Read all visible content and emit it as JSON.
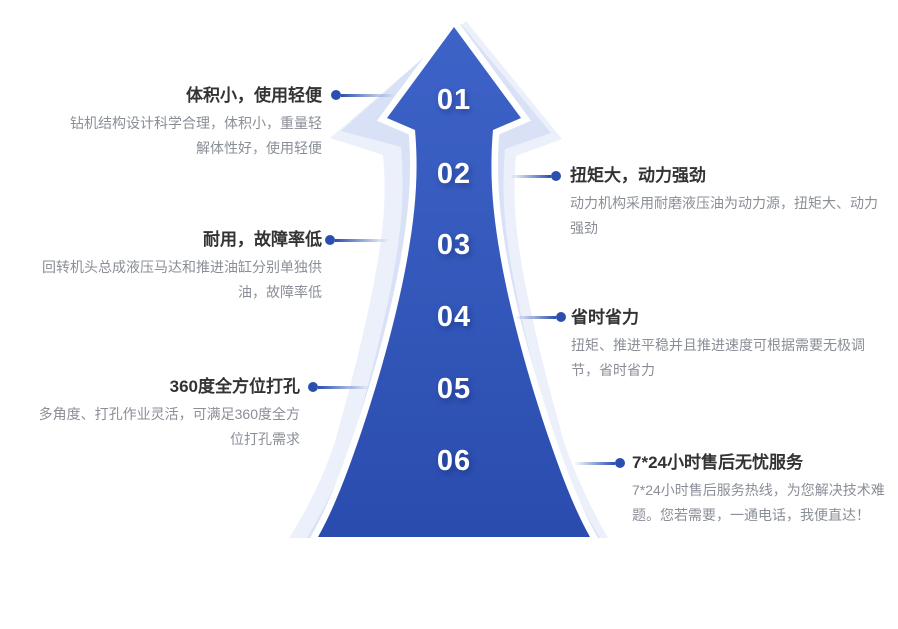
{
  "diagram": {
    "type": "upward-arrow-feature-infographic",
    "background": "#FFFFFF",
    "colors": {
      "arrow_gradient_top": "#3E63C8",
      "arrow_gradient_bottom": "#2A4CAE",
      "halo_mid": "#D9E1F6",
      "halo_outer": "#ECF0FB",
      "connector": "#2B4FAE",
      "title_text": "#333333",
      "desc_text": "#8A8E97",
      "number_text": "#FFFFFF"
    }
  },
  "features": [
    {
      "num": "01",
      "side": "left",
      "title": "体积小，使用轻便",
      "desc_lines": [
        "钻机结构设计科学合理，体积小，重量轻",
        "解体性好，使用轻便"
      ]
    },
    {
      "num": "02",
      "side": "right",
      "title": "扭矩大，动力强劲",
      "desc_lines": [
        "动力机构采用耐磨液压油为动力源，扭矩大、动力",
        "强劲"
      ]
    },
    {
      "num": "03",
      "side": "left",
      "title": "耐用，故障率低",
      "desc_lines": [
        "回转机头总成液压马达和推进油缸分别单独供",
        "油，故障率低"
      ]
    },
    {
      "num": "04",
      "side": "right",
      "title": "省时省力",
      "desc_lines": [
        "扭矩、推进平稳并且推进速度可根据需要无极调",
        "节，省时省力"
      ]
    },
    {
      "num": "05",
      "side": "left",
      "title": "360度全方位打孔",
      "desc_lines": [
        "多角度、打孔作业灵活，可满足360度全方",
        "位打孔需求"
      ]
    },
    {
      "num": "06",
      "side": "right",
      "title": "7*24小时售后无忧服务",
      "desc_lines": [
        "7*24小时售后服务热线，为您解决技术难",
        "题。您若需要，一通电话，我便直达！"
      ]
    }
  ]
}
